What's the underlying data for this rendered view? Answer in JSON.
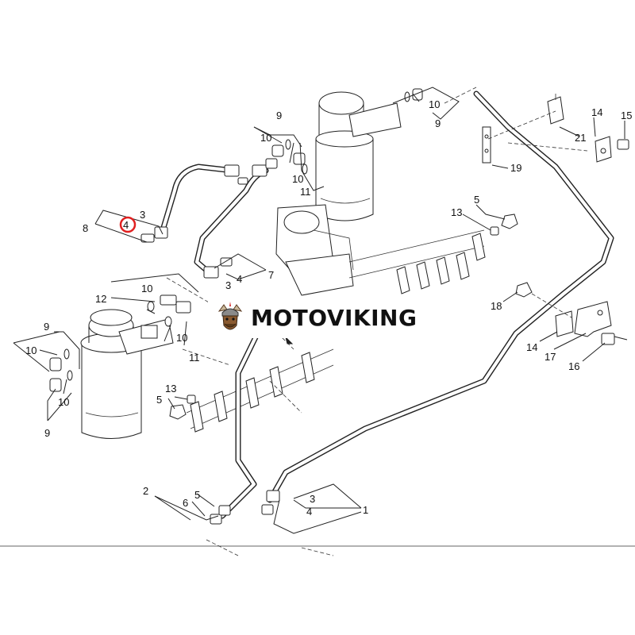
{
  "diagram": {
    "callouts": [
      "1",
      "2",
      "3",
      "4",
      "5",
      "6",
      "7",
      "8",
      "9",
      "10",
      "11",
      "12",
      "13",
      "14",
      "15",
      "16",
      "17",
      "18",
      "19",
      "21"
    ],
    "highlight_color": "#e02020",
    "highlighted_callout": "4"
  },
  "watermark": {
    "text": "MOTOVIKING",
    "logo_icon": "viking-logo-icon"
  }
}
